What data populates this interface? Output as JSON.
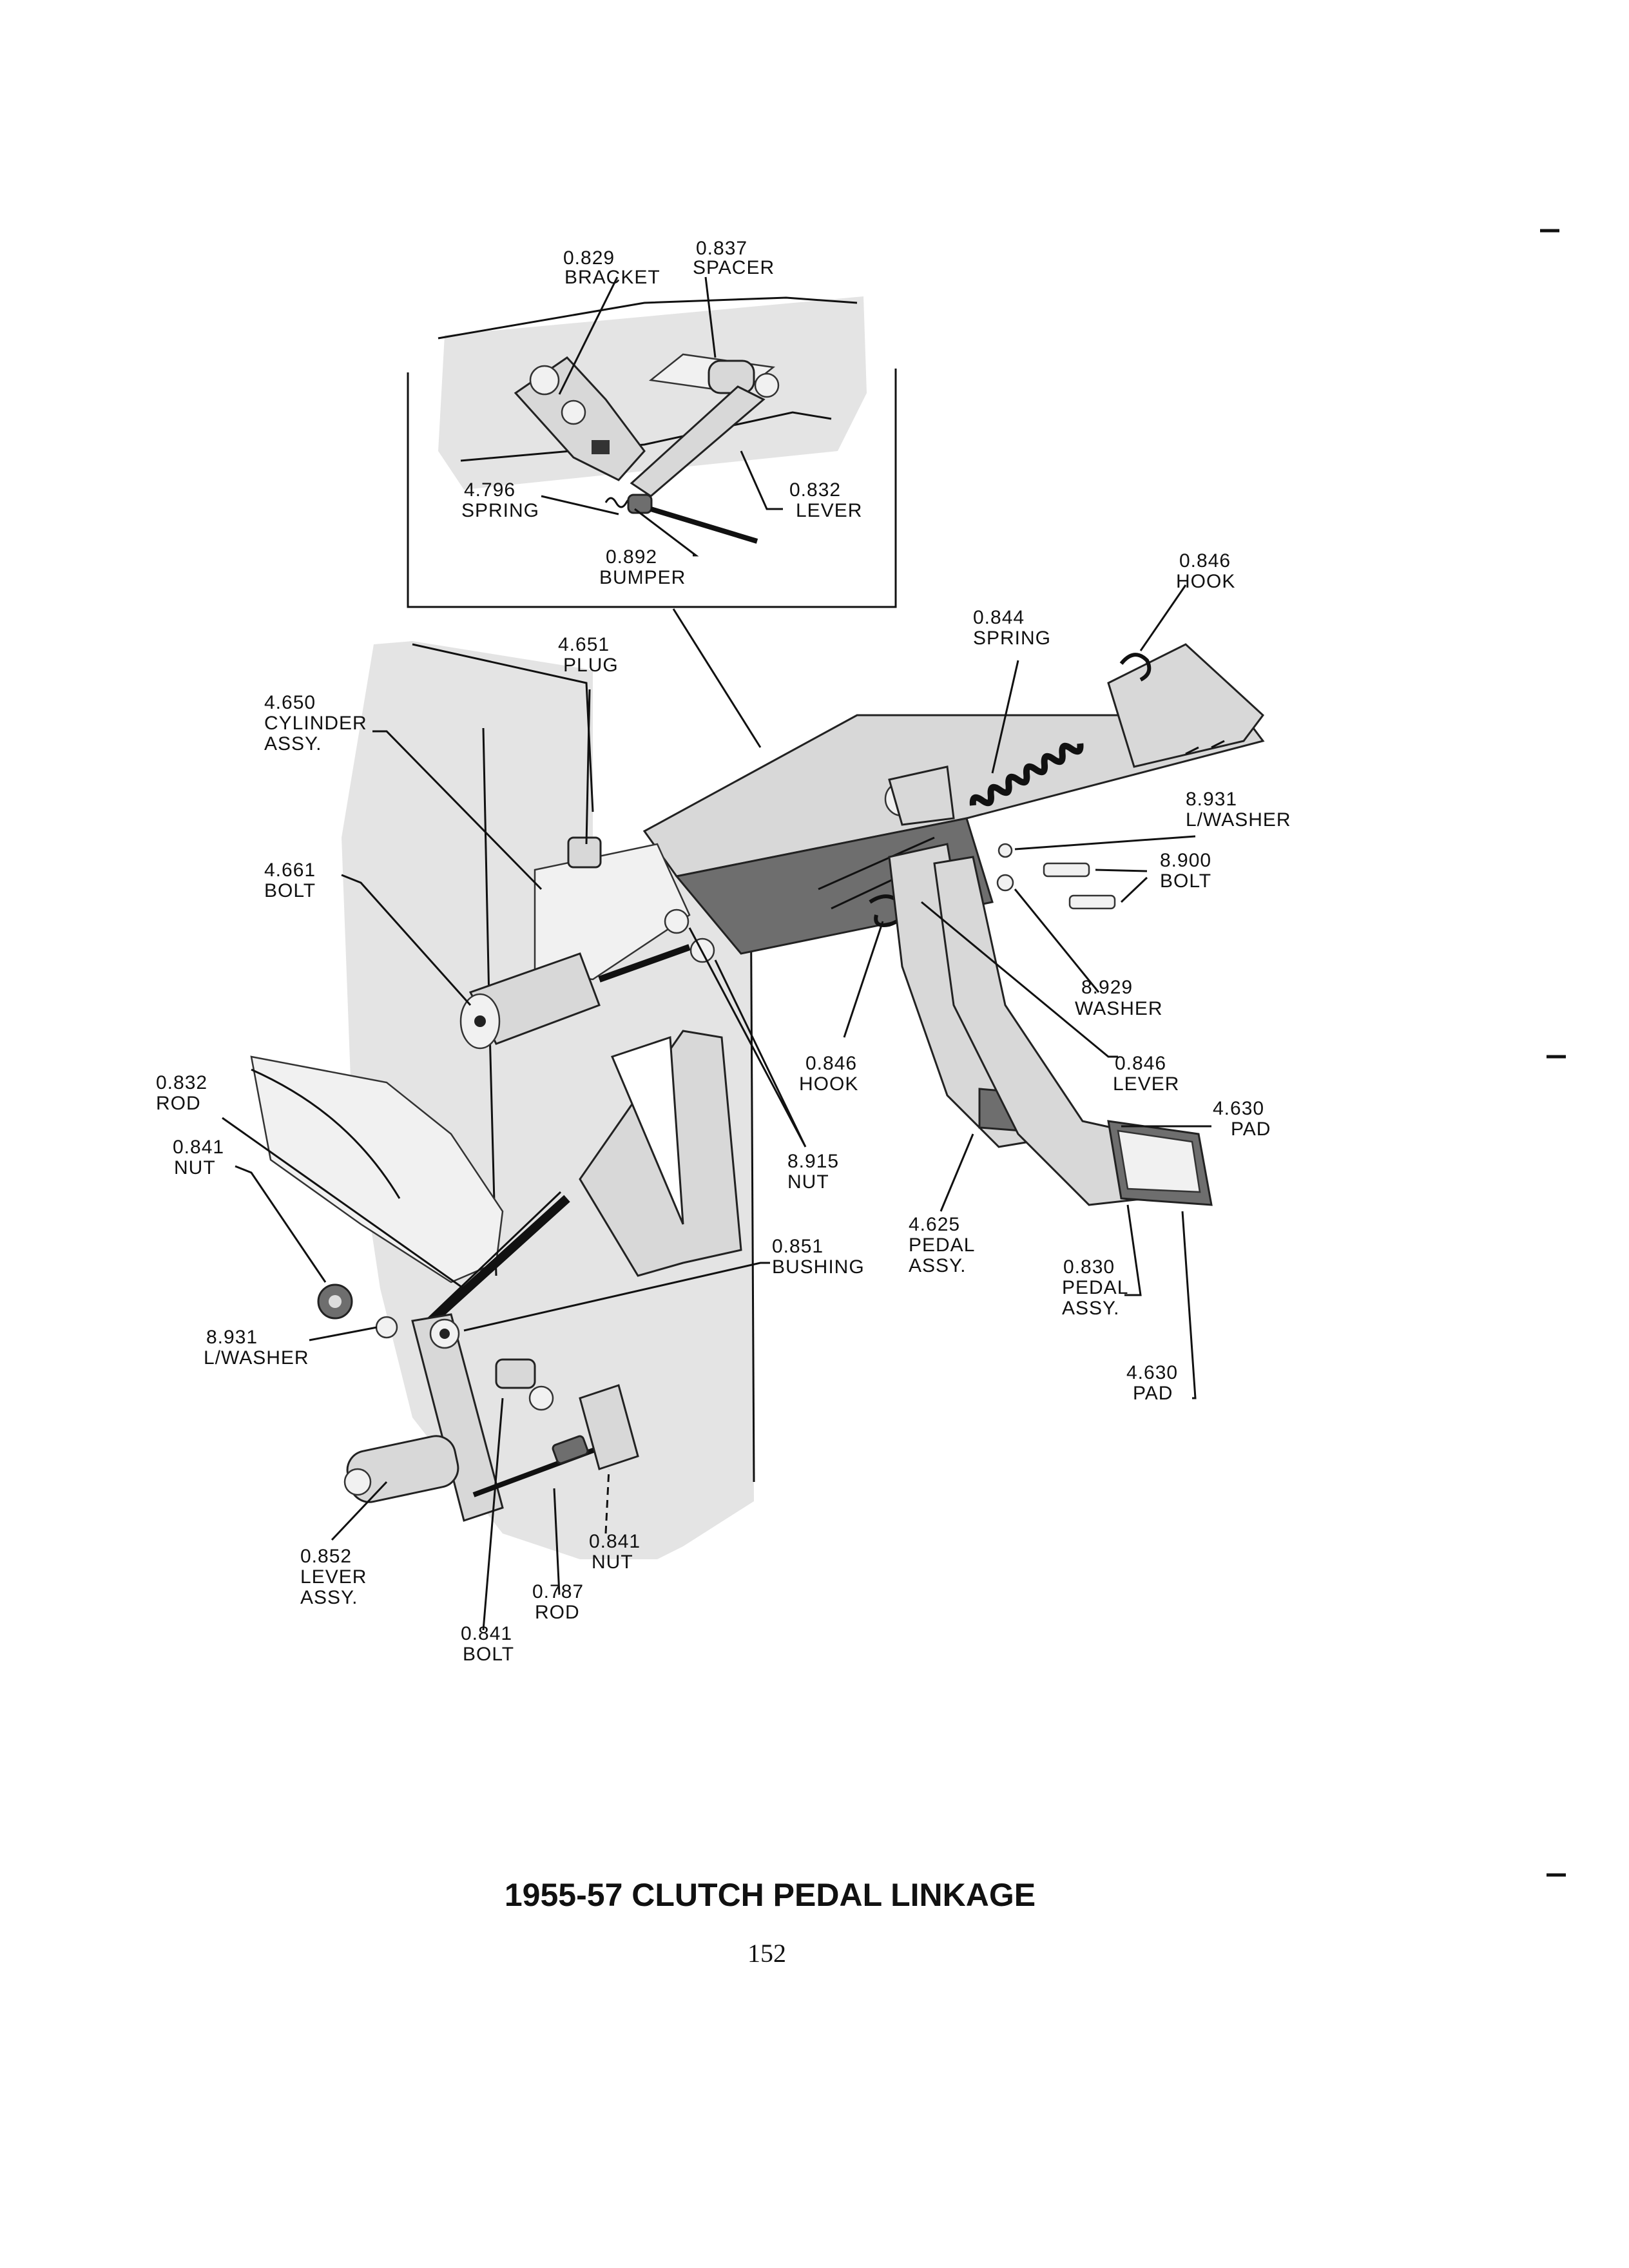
{
  "title": "1955-57 CLUTCH PEDAL LINKAGE",
  "page_number": "152",
  "callouts": [
    {
      "id": "bracket-0829",
      "num": "0.829",
      "name": "BRACKET"
    },
    {
      "id": "spacer-0837",
      "num": "0.837",
      "name": "SPACER"
    },
    {
      "id": "lever-0832",
      "num": "0.832",
      "name": "LEVER"
    },
    {
      "id": "spring-4796",
      "num": "4.796",
      "name": "SPRING"
    },
    {
      "id": "bumper-0892",
      "num": "0.892",
      "name": "BUMPER"
    },
    {
      "id": "hook-0846-top",
      "num": "0.846",
      "name": "HOOK"
    },
    {
      "id": "spring-0844",
      "num": "0.844",
      "name": "SPRING"
    },
    {
      "id": "plug-4651",
      "num": "4.651",
      "name": "PLUG"
    },
    {
      "id": "cylinder-4650",
      "num": "4.650",
      "name": "CYLINDER",
      "name2": "ASSY."
    },
    {
      "id": "lwasher-8931-right",
      "num": "8.931",
      "name": "L/WASHER"
    },
    {
      "id": "bolt-8900",
      "num": "8.900",
      "name": "BOLT"
    },
    {
      "id": "bolt-4661",
      "num": "4.661",
      "name": "BOLT"
    },
    {
      "id": "washer-8929",
      "num": "8.929",
      "name": "WASHER"
    },
    {
      "id": "hook-0846-mid",
      "num": "0.846",
      "name": "HOOK"
    },
    {
      "id": "lever-0846",
      "num": "0.846",
      "name": "LEVER"
    },
    {
      "id": "rod-0832",
      "num": "0.832",
      "name": "ROD"
    },
    {
      "id": "pad-4630-top",
      "num": "4.630",
      "name": "PAD"
    },
    {
      "id": "nut-0841-left",
      "num": "0.841",
      "name": "NUT"
    },
    {
      "id": "nut-8915",
      "num": "8.915",
      "name": "NUT"
    },
    {
      "id": "bushing-0851",
      "num": "0.851",
      "name": "BUSHING"
    },
    {
      "id": "pedal-4625",
      "num": "4.625",
      "name": "PEDAL",
      "name2": "ASSY."
    },
    {
      "id": "pedal-0830",
      "num": "0.830",
      "name": "PEDAL",
      "name2": "ASSY."
    },
    {
      "id": "lwasher-8931-left",
      "num": "8.931",
      "name": "L/WASHER"
    },
    {
      "id": "pad-4630-bottom",
      "num": "4.630",
      "name": "PAD"
    },
    {
      "id": "nut-0841-bottom",
      "num": "0.841",
      "name": "NUT"
    },
    {
      "id": "lever-0852",
      "num": "0.852",
      "name": "LEVER",
      "name2": "ASSY."
    },
    {
      "id": "rod-0787",
      "num": "0.787",
      "name": "ROD"
    },
    {
      "id": "bolt-0841",
      "num": "0.841",
      "name": "BOLT"
    }
  ]
}
